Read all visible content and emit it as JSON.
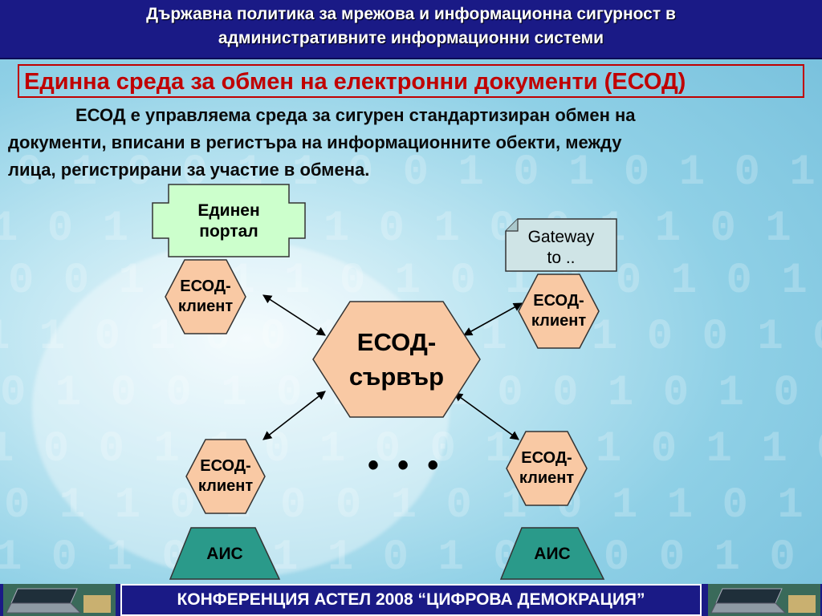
{
  "header": {
    "line1": "Държавна политика за мрежова и  информационна сигурност в",
    "line2": "административните информационни системи"
  },
  "subtitle": "Единна среда за обмен на електронни документи (ЕСОД)",
  "intro": {
    "line1": "ЕСОД е управляема среда за сигурен стандартизиран обмен на",
    "line2": "документи, вписани в регистъра на информационните обекти, между",
    "line3": "лица, регистрирани за участие в обмена."
  },
  "diagram": {
    "portal": {
      "line1": "Единен",
      "line2": "портал"
    },
    "gateway": {
      "line1": "Gateway",
      "line2": "to .."
    },
    "server": {
      "line1": "ЕСОД-",
      "line2": "сървър"
    },
    "client_top_left": {
      "line1": "ЕСОД-",
      "line2": "клиент"
    },
    "client_top_right": {
      "line1": "ЕСОД-",
      "line2": "клиент"
    },
    "client_bottom_left": {
      "line1": "ЕСОД-",
      "line2": "клиент"
    },
    "client_bottom_right": {
      "line1": "ЕСОД-",
      "line2": "клиент"
    },
    "ais_left": "АИС",
    "ais_right": "АИС",
    "ellipsis": "• • •"
  },
  "footer": "КОНФЕРЕНЦИЯ АСТЕЛ 2008 “ЦИФРОВА ДЕМОКРАЦИЯ”",
  "colors": {
    "header_bg": "#1a1a86",
    "subtitle_red": "#c00000",
    "client_fill": "#f9c9a4",
    "server_fill": "#f9c9a4",
    "portal_fill": "#ccffcc",
    "gateway_fill": "#cfe4e6",
    "ais_fill": "#2a9a8a"
  }
}
